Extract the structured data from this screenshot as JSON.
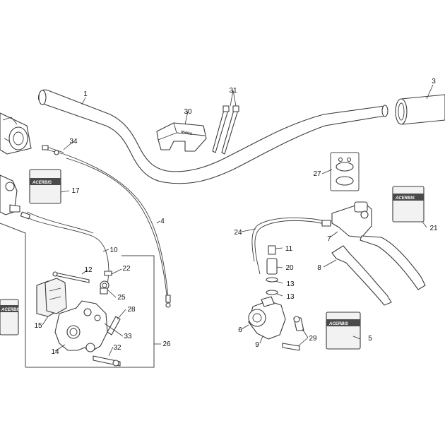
{
  "diagram": {
    "part_numbers": {
      "p1": "1",
      "p3": "3",
      "p4": "4",
      "p5": "5",
      "p6": "6",
      "p7": "7",
      "p8": "8",
      "p9": "9",
      "p10": "10",
      "p11": "11",
      "p12": "12",
      "p13a": "13",
      "p13b": "13",
      "p14": "14",
      "p15": "15",
      "p17": "17",
      "p20": "20",
      "p21": "21",
      "p22": "22",
      "p24": "24",
      "p25": "25",
      "p26": "26",
      "p27": "27",
      "p28": "28",
      "p29": "29",
      "p30": "30",
      "p31": "31",
      "p32": "32",
      "p33": "33",
      "p34": "34"
    },
    "colors": {
      "line": "#3a3a3a",
      "fill": "#f2f2f2",
      "brand_band": "#4a4a4a"
    },
    "brand_marks": [
      "ACERBIS",
      "ACERBIS",
      "ACERBIS",
      "ACERBIS",
      "RHINO"
    ]
  }
}
